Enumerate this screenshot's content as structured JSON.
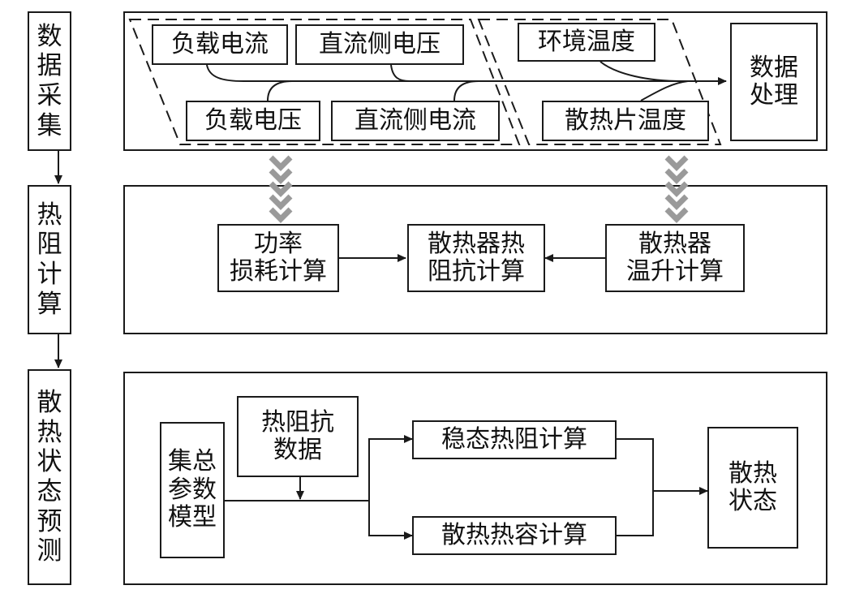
{
  "stages": {
    "data_collection": "数\n据\n采\n集",
    "thermal_resistance_calc": "热\n阻\n计\n算",
    "thermal_state_prediction": "散\n热\n状\n态\n预\n测"
  },
  "collection": {
    "load_current": "负载电流",
    "dc_side_voltage": "直流侧电压",
    "load_voltage": "负载电压",
    "dc_side_current": "直流侧电流",
    "ambient_temperature": "环境温度",
    "heatsink_temperature": "散热片温度",
    "data_processing": "数据\n处理"
  },
  "resistance": {
    "power_loss_calc": "功率\n损耗计算",
    "heatsink_impedance_calc": "散热器热\n阻抗计算",
    "heatsink_temp_rise_calc": "散热器\n温升计算"
  },
  "prediction": {
    "lumped_parameter_model": "集总\n参数\n模型",
    "thermal_impedance_data": "热阻抗\n数据",
    "steady_state_resistance_calc": "稳态热阻计算",
    "heat_capacity_calc": "散热热容计算",
    "thermal_state": "散热\n状态"
  },
  "colors": {
    "line": "#1a1a1a",
    "chevron": "#9a9a9a"
  }
}
